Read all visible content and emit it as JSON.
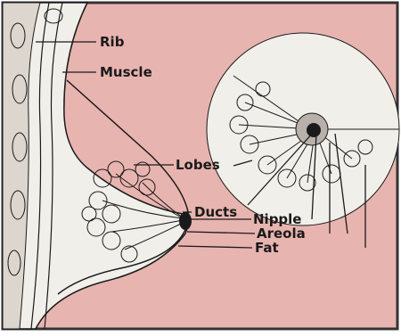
{
  "labels": {
    "rib": "Rib",
    "muscle": "Muscle",
    "lobes": "Lobes",
    "ducts": "Ducts",
    "nipple": "Nipple",
    "areola": "Areola",
    "fat": "Fat"
  },
  "colors": {
    "background": "#e8b4b0",
    "tissue": "#f1efe9",
    "line": "#1a1a1a",
    "frame": "#333333"
  }
}
